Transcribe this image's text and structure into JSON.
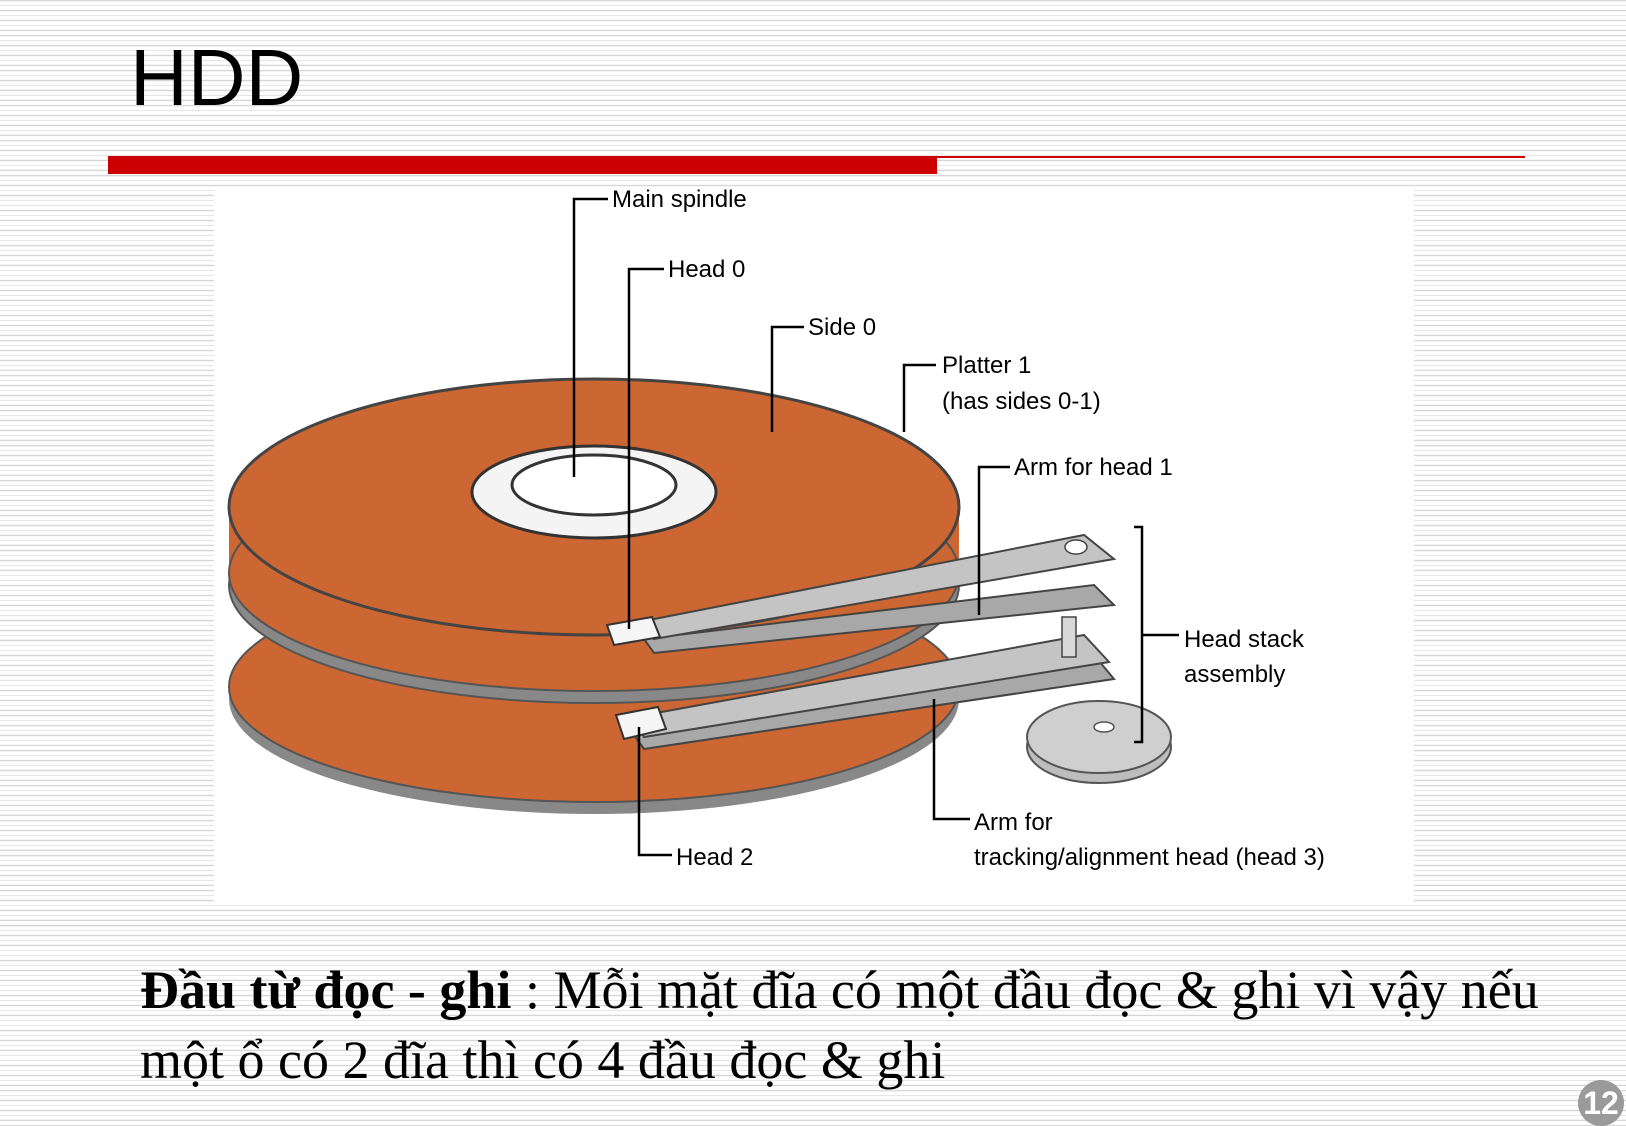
{
  "slide": {
    "title": "HDD",
    "page_number": "12"
  },
  "figure": {
    "labels": {
      "main_spindle": "Main spindle",
      "head_0": "Head 0",
      "side_0": "Side 0",
      "platter_1_line1": "Platter 1",
      "platter_1_line2": "(has sides 0-1)",
      "arm_head_1": "Arm for head 1",
      "head_stack_line1": "Head stack",
      "head_stack_line2": "assembly",
      "arm_tracking_line1": "Arm for",
      "arm_tracking_line2": "tracking/alignment head (head 3)",
      "head_2": "Head 2"
    },
    "colors": {
      "platter": "#cc6633",
      "platter_edge": "#888888",
      "arm": "#c0c0c0"
    }
  },
  "body": {
    "term": "Đầu từ đọc - ghi",
    "separator": " : ",
    "description": "Mỗi mặt đĩa có một đầu đọc & ghi vì vậy nếu một ổ có 2 đĩa thì có 4 đầu đọc & ghi"
  }
}
